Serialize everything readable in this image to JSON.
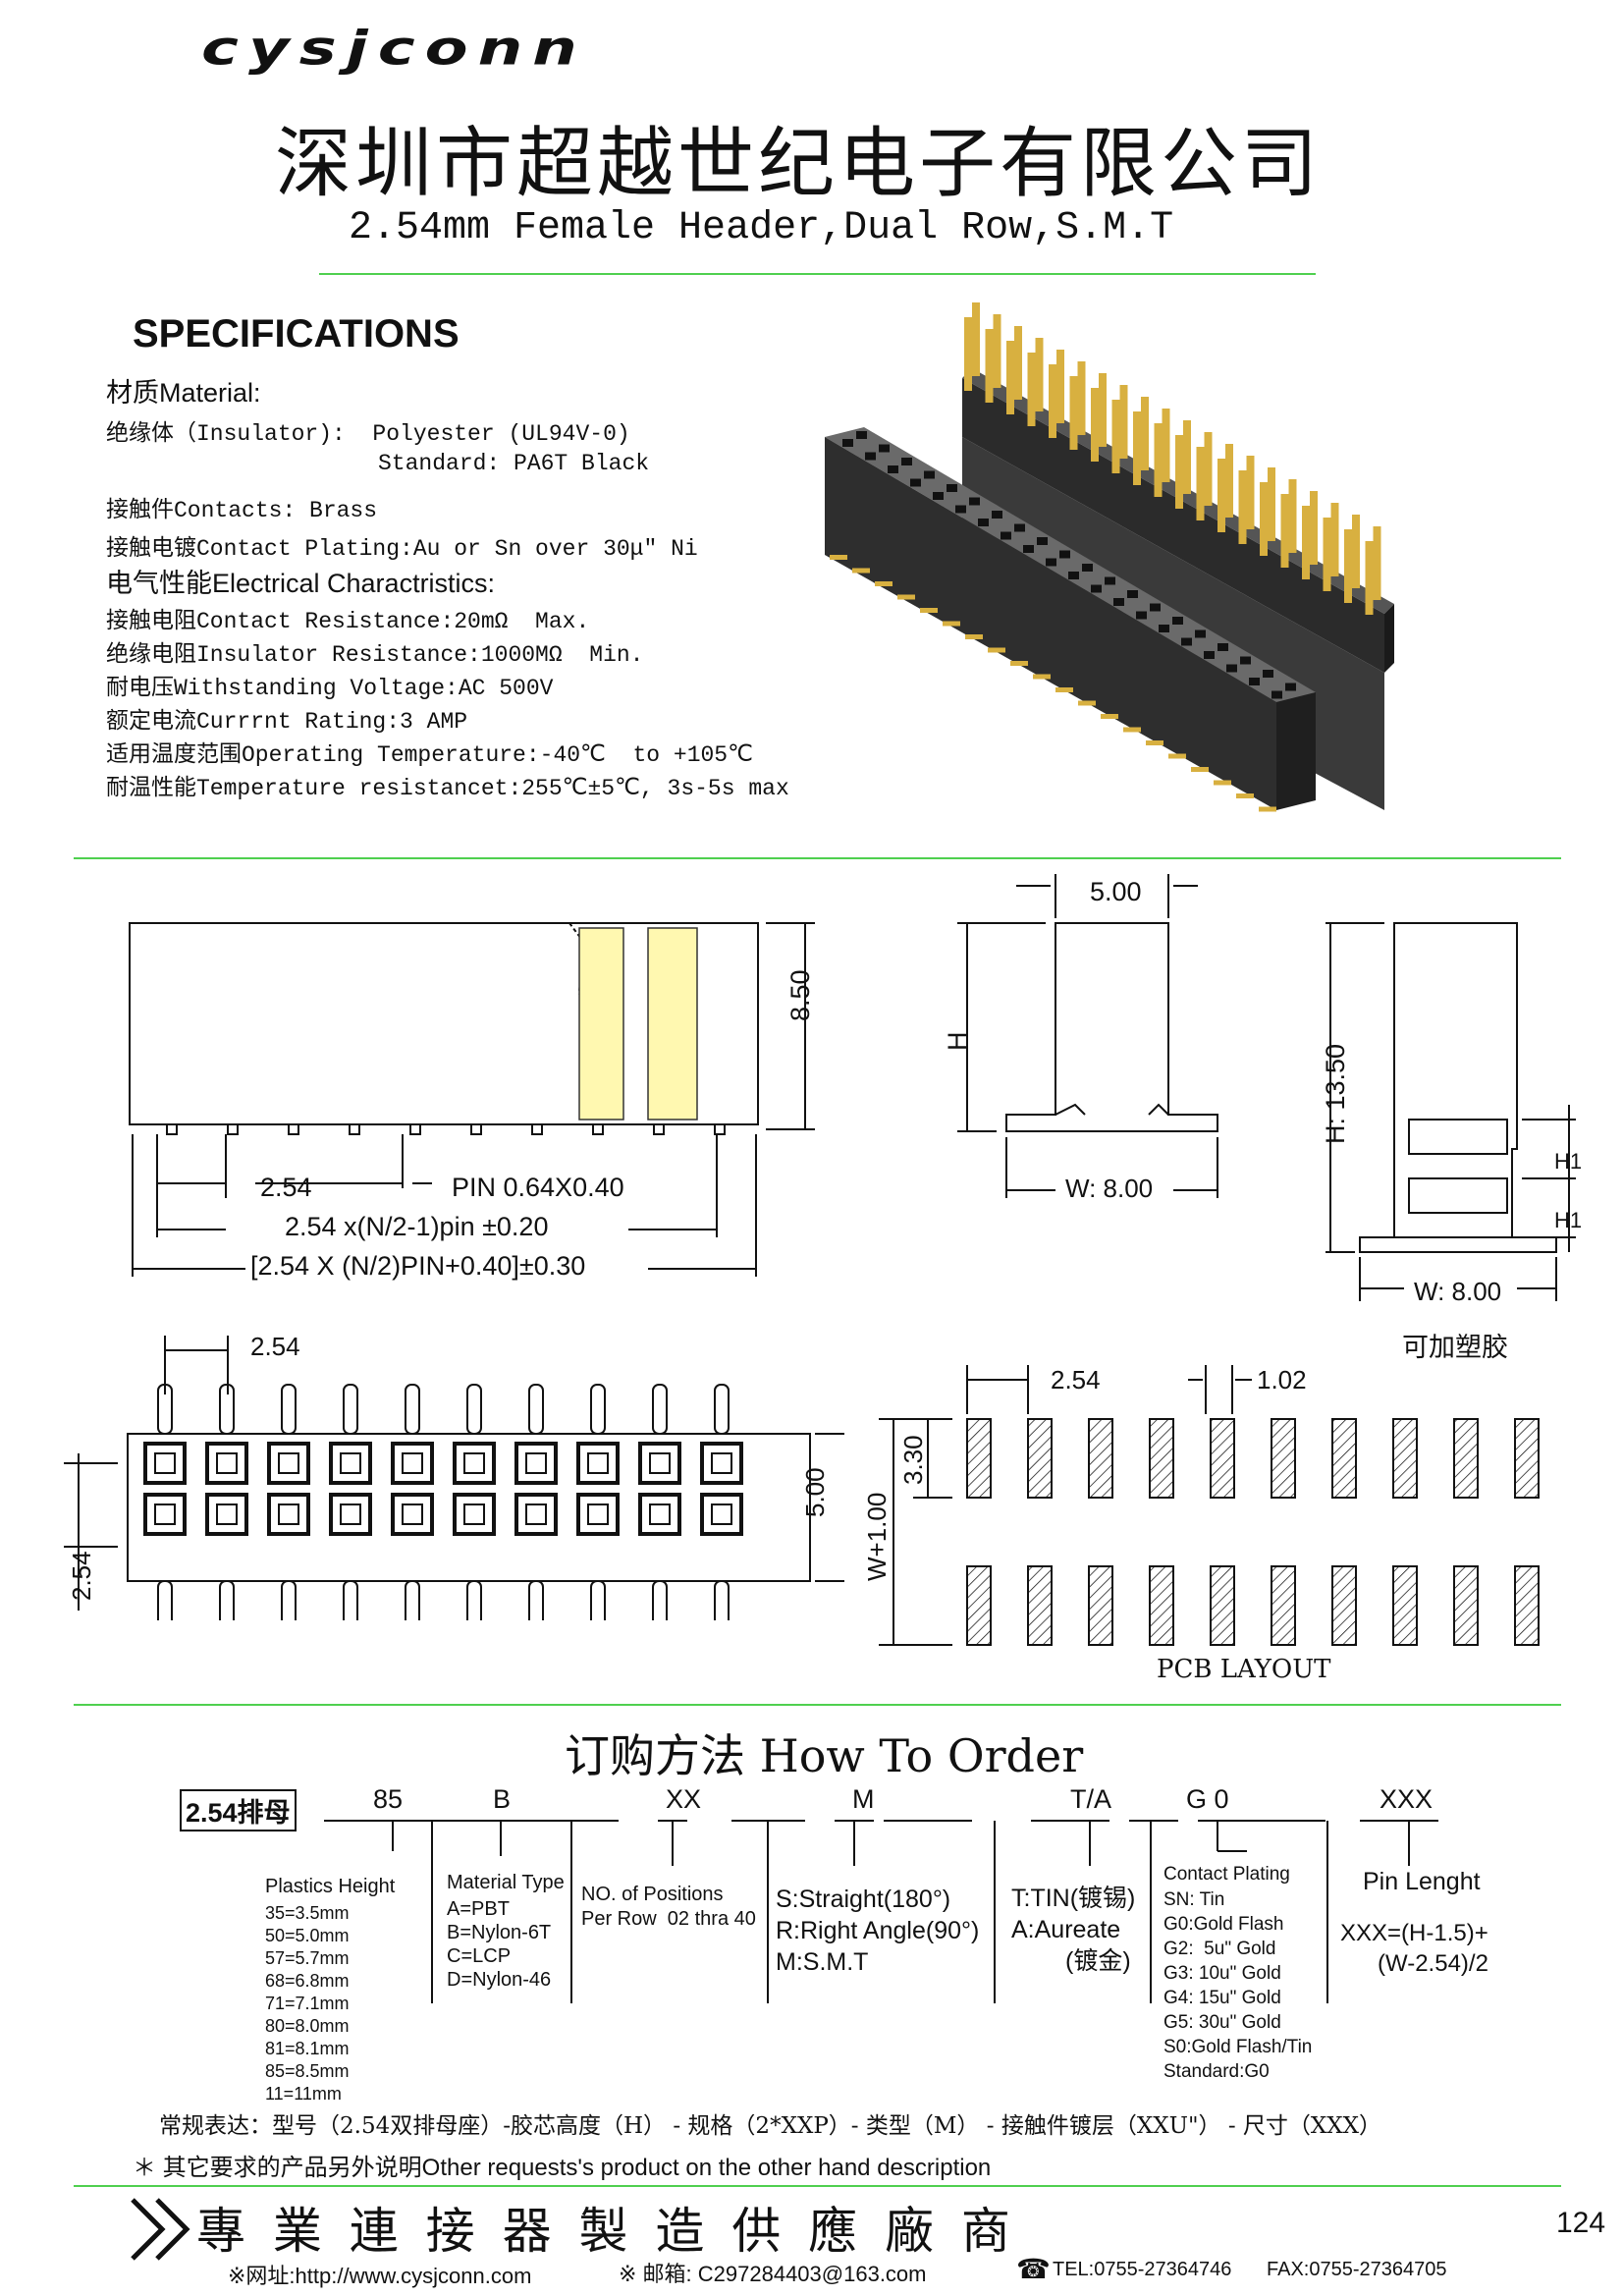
{
  "header": {
    "logo": "cysjconn",
    "company": "深圳市超越世纪电子有限公司",
    "subtitle": "2.54mm Female Header,Dual Row,S.M.T"
  },
  "specs": {
    "title": "SPECIFICATIONS",
    "material_heading": "材质Material:",
    "insulator": "绝缘体（Insulator):  Polyester (UL94V-0)",
    "standard": "Standard: PA6T Black",
    "contacts": "接触件Contacts: Brass",
    "plating": "接触电镀Contact Plating:Au or Sn over 30μ″ Ni",
    "electrical_heading": "电气性能Electrical Charactristics:",
    "contact_resistance": "接触电阻Contact Resistance:20mΩ  Max.",
    "insulator_resistance": "绝缘电阻Insulator Resistance:1000MΩ  Min.",
    "voltage": "耐电压Withstanding Voltage:AC 500V",
    "current": "额定电流Currrnt Rating:3 AMP",
    "temperature": "适用温度范围Operating Temperature:-40℃  to +105℃",
    "temp_resist": "耐温性能Temperature resistancet:255℃±5℃, 3s-5s max"
  },
  "drawings": {
    "side": {
      "pitch": "2.54",
      "pin": "PIN  0.64X0.40",
      "formula1": "2.54  x(N/2-1)pin  ±0.20",
      "formula2": "[2.54  X  (N/2)PIN+0.40]±0.30",
      "height": "8.50"
    },
    "front": {
      "top": "5.00",
      "h": "H",
      "w": "W: 8.00"
    },
    "end": {
      "h": "H: 13.50",
      "h1a": "H1",
      "h1b": "H1",
      "w": "W: 8.00",
      "note": "可加塑胶"
    },
    "top": {
      "pitch": "2.54",
      "width": "5.00",
      "row": "2.54"
    },
    "pcb": {
      "pitch": "2.54",
      "pad": "1.02",
      "h": "3.30",
      "w": "W+1.00",
      "label": "PCB LAYOUT"
    }
  },
  "order": {
    "title": "订购方法  How To Order",
    "series": "2.54排母",
    "codes": [
      "85",
      "B",
      "XX",
      "M",
      "T/A",
      "G 0",
      "XXX"
    ],
    "height_title": "Plastics Height",
    "heights": [
      "35=3.5mm",
      "50=5.0mm",
      "57=5.7mm",
      "68=6.8mm",
      "71=7.1mm",
      "80=8.0mm",
      "81=8.1mm",
      "85=8.5mm",
      "11=11mm"
    ],
    "material_title": "Material Type",
    "materials": [
      "A=PBT",
      "B=Nylon-6T",
      "C=LCP",
      "D=Nylon-46"
    ],
    "positions": [
      "NO. of Positions",
      "Per Row  02 thra 40"
    ],
    "types": [
      "S:Straight(180°)",
      "R:Right Angle(90°)",
      "M:S.M.T"
    ],
    "finish": [
      "T:TIN(镀锡)",
      "A:Aureate",
      "(镀金)"
    ],
    "plating_title": "Contact Plating",
    "platings": [
      "SN: Tin",
      "G0:Gold Flash",
      "G2:  5u\" Gold",
      "G3: 10u\" Gold",
      "G4: 15u\" Gold",
      "G5: 30u\" Gold",
      "S0:Gold Flash/Tin",
      "Standard:G0"
    ],
    "pin_title": "Pin Lenght",
    "pin_formula": [
      "XXX=(H-1.5)+",
      "(W-2.54)/2"
    ],
    "example": "常规表达：型号（2.54双排母座）-胶芯高度（H） - 规格（2*XXP）- 类型（M） - 接触件镀层（XXU\"） - 尺寸（XXX）",
    "note": "＊ 其它要求的产品另外说明Other requests's product on the other hand description"
  },
  "footer": {
    "slogan": "專 業 連 接 器 製 造 供 應 廠 商",
    "page": "124",
    "web": "※网址:http://www.cysjconn.com",
    "email": "※ 邮箱:  C297284403@163.com",
    "tel": "TEL:0755-27364746",
    "fax": "FAX:0755-27364705"
  }
}
